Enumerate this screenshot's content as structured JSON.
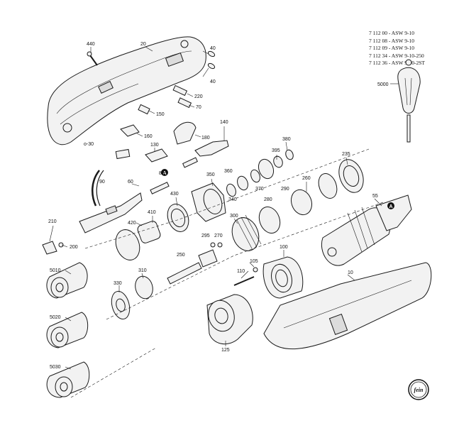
{
  "models": [
    "7 112 00 - ASW 9-10",
    "7 112 08 - ASW 9-10",
    "7 112 09 - ASW 9-10",
    "7 112 34 - ASW 9-10-250",
    "7 112 36 - ASW 9-10-2ST"
  ],
  "marker": "A",
  "parts": {
    "p440": "440",
    "p20": "20",
    "p40a": "40",
    "p40b": "40",
    "p220": "220",
    "p70": "70",
    "p150": "150",
    "p160": "160",
    "p30": "o-30",
    "p180": "180",
    "p140": "140",
    "p130": "130",
    "p380": "380",
    "p395": "395",
    "p360": "360",
    "p370": "370",
    "p235": "235",
    "p350": "350",
    "p80": "80",
    "p90": "90",
    "p60": "60",
    "p430": "430",
    "p260": "260",
    "p290": "290",
    "p340": "340",
    "p280": "280",
    "p55": "55",
    "p210": "210",
    "p200": "200",
    "p420": "420",
    "p410": "410",
    "p300": "300",
    "p295": "295",
    "p270": "270",
    "p250": "250",
    "p100": "100",
    "p5000": "5000",
    "p5010": "5010",
    "p310": "310",
    "p110": "110",
    "p105": "105",
    "p10": "10",
    "p330": "330",
    "p5020": "5020",
    "p125": "125",
    "p5030": "5030"
  },
  "logo_text": "fein"
}
